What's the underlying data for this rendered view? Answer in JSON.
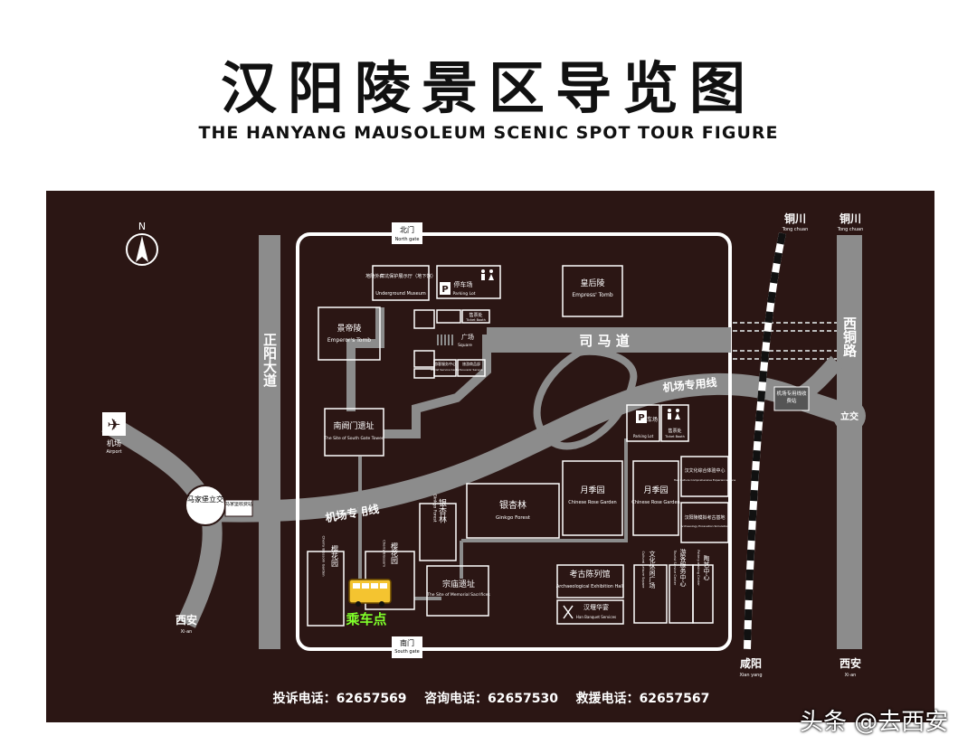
{
  "title": "汉阳陵景区导览图",
  "subtitle": "THE HANYANG MAUSOLEUM SCENIC SPOT TOUR FIGURE",
  "compass": "N",
  "gates": {
    "north_cn": "北门",
    "north_en": "North gate",
    "south_cn": "南门",
    "south_en": "South gate"
  },
  "roads": {
    "zhengyang": "正阳大道",
    "sima": "司 马 道",
    "airport_line_1": "机场专用线",
    "airport_line_2": "机场专用线",
    "xitong": "西铜路"
  },
  "places": {
    "underground_cn": "地陵外藏坑保护展示厅（地下馆）",
    "underground_en": "Underground Museum",
    "parking1_cn": "停车场",
    "parking1_en": "Parking Lot",
    "parking2_cn": "停车场",
    "parking2_en": "Parking Lot",
    "emperor_cn": "景帝陵",
    "emperor_en": "Emperor's Tomb",
    "empress_cn": "皇后陵",
    "empress_en": "Empress' Tomb",
    "ticket1_cn": "售票处",
    "ticket1_en": "Ticket Booth",
    "ticket2_cn": "售票处",
    "ticket2_en": "Ticket Booth",
    "square_cn": "广场",
    "square_en": "Square",
    "tourist_center_cn": "游客服务中心",
    "tourist_center_en": "Tourist Service Center",
    "souvenir_cn": "旅游商品部",
    "souvenir_en": "Souvenir Service",
    "south_gate_tower_cn": "南阙门遗址",
    "south_gate_tower_en": "The Site of South Gate Tower",
    "ginkgo_cn": "银杏林",
    "ginkgo_en": "Ginkgo Forest",
    "ginkgo_v_cn": "银杏林",
    "ginkgo_v_en": "Ginkgo Forest",
    "rose1_cn": "月季园",
    "rose1_en": "Chinese Rose Garden",
    "rose2_cn": "月季园",
    "rose2_en": "Chinese Rose Garden",
    "culture_center_cn": "汉文化综合体验中心",
    "culture_center_en": "Han Culture Comprehensive Experience Zone",
    "archaeo_base_cn": "汉阳陵模拟考古基地",
    "archaeo_base_en": "Archaeology Excavation Simulation",
    "memorial_cn": "宗庙遗址",
    "memorial_en": "The Site of Memorial Sacrifices",
    "exhibition_cn": "考古陈列馆",
    "exhibition_en": "Archaeological Exhibition Hall",
    "banquet_cn": "汉堰华宴",
    "banquet_en": "Han Banquet Services",
    "cherry1_cn": "樱花园",
    "cherry1_en": "Cherry Blossom Garden",
    "cherry2_cn": "樱花园",
    "cherry2_en": "Cherry Blossom",
    "leisure_cn": "文化休闲广场",
    "leisure_en": "Cultural Leisure Square",
    "tourist_center2_cn": "游客服务中心",
    "tourist_center2_en": "Tourist Service Center",
    "pottery_cn": "陶艺中心",
    "pottery_en": "Pottery-making Center",
    "bus_stop": "乘车点"
  },
  "outside": {
    "airport_cn": "机场",
    "airport_en": "Airport",
    "majiabao_cn": "马家堡立交",
    "toll1_cn": "马家堡收费站",
    "xian_left_cn": "西安",
    "xian_left_en": "Xi·an",
    "tongchuan1_cn": "铜川",
    "tongchuan1_en": "Tong chuan",
    "tongchuan2_cn": "铜川",
    "tongchuan2_en": "Tong chuan",
    "toll2_cn": "机场专用线收费站",
    "interchange_cn": "立交",
    "xianyang_cn": "咸阳",
    "xianyang_en": "Xian yang",
    "xian_right_cn": "西安",
    "xian_right_en": "Xi·an"
  },
  "phones": "投诉电话：62657569    咨询电话：62657530    救援电话：62657567",
  "watermark": "头条 @去西安",
  "colors": {
    "background": "#2b1614",
    "road": "#8c8c8c",
    "line": "#ffffff",
    "bus_stop": "#7fff2a"
  },
  "icons": [
    "compass-icon",
    "airplane-icon",
    "parking-icon",
    "restroom-icon",
    "bus-icon",
    "fork-knife-icon"
  ]
}
